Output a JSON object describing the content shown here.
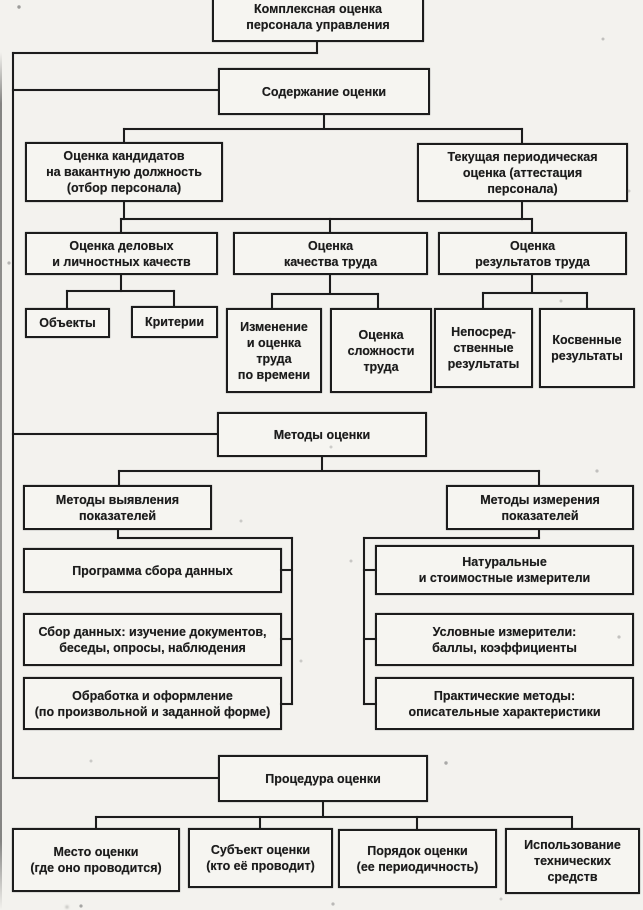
{
  "diagram": {
    "title": "Комплексная оценка персонала управления",
    "language": "ru",
    "nodes": [
      {
        "id": "root",
        "label": "Комплексная оценка\nперсонала управления"
      },
      {
        "id": "content",
        "label": "Содержание оценки"
      },
      {
        "id": "candidates",
        "label": "Оценка кандидатов\nна вакантную должность\n(отбор персонала)"
      },
      {
        "id": "periodic",
        "label": "Текущая периодическая\nоценка (аттестация\nперсонала)"
      },
      {
        "id": "qualities",
        "label": "Оценка деловых\nи личностных качеств"
      },
      {
        "id": "labor-quality",
        "label": "Оценка\nкачества труда"
      },
      {
        "id": "labor-results",
        "label": "Оценка\nрезультатов труда"
      },
      {
        "id": "objects",
        "label": "Объекты"
      },
      {
        "id": "criteria",
        "label": "Критерии"
      },
      {
        "id": "time-eval",
        "label": "Изменение\nи оценка\nтруда\nпо времени"
      },
      {
        "id": "complexity",
        "label": "Оценка\nсложности\nтруда"
      },
      {
        "id": "direct",
        "label": "Непосред-\nственные\nрезультаты"
      },
      {
        "id": "indirect",
        "label": "Косвенные\nрезультаты"
      },
      {
        "id": "methods",
        "label": "Методы оценки"
      },
      {
        "id": "identification",
        "label": "Методы выявления\nпоказателей"
      },
      {
        "id": "measurement",
        "label": "Методы измерения\nпоказателей"
      },
      {
        "id": "program",
        "label": "Программа сбора данных"
      },
      {
        "id": "collection",
        "label": "Сбор данных: изучение документов,\nбеседы, опросы, наблюдения"
      },
      {
        "id": "processing",
        "label": "Обработка и оформление\n(по произвольной и заданной форме)"
      },
      {
        "id": "natural",
        "label": "Натуральные\nи стоимостные измерители"
      },
      {
        "id": "conditional",
        "label": "Условные измерители:\nбаллы, коэффициенты"
      },
      {
        "id": "practical",
        "label": "Практические методы:\nописательные характеристики"
      },
      {
        "id": "procedure",
        "label": "Процедура оценки"
      },
      {
        "id": "place",
        "label": "Место оценки\n(где оно проводится)"
      },
      {
        "id": "subject",
        "label": "Субъект оценки\n(кто её проводит)"
      },
      {
        "id": "order",
        "label": "Порядок оценки\n(ее периодичность)"
      },
      {
        "id": "technical",
        "label": "Использование\nтехнических\nсредств"
      }
    ],
    "colors": {
      "ink": "#1c1c1c",
      "paper": "#f3f2ee"
    }
  }
}
